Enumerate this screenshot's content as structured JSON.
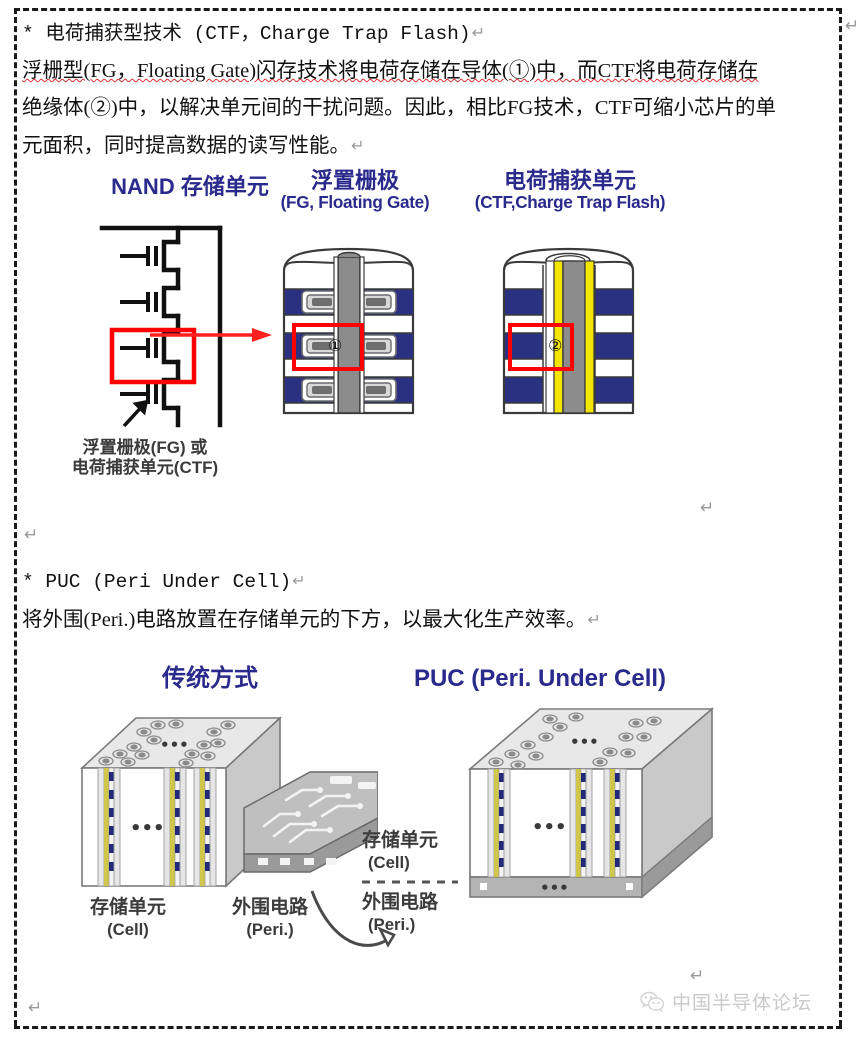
{
  "document": {
    "paragraphs": [
      {
        "id": "p1",
        "kind": "mono",
        "text": "* 电荷捕获型技术 (CTF，Charge Trap Flash)",
        "pilcrow": "↵"
      },
      {
        "id": "p2",
        "kind": "serif",
        "text": "浮栅型(FG，Floating Gate)闪存技术将电荷存储在导体(①)中，而CTF将电荷存储在",
        "pilcrow": ""
      },
      {
        "id": "p3",
        "kind": "serif",
        "text": "绝缘体(②)中，以解决单元间的干扰问题。因此，相比FG技术，CTF可缩小芯片的单",
        "pilcrow": ""
      },
      {
        "id": "p4",
        "kind": "serif",
        "text": "元面积，同时提高数据的读写性能。",
        "pilcrow": "↵"
      },
      {
        "id": "p5",
        "kind": "mono",
        "text": "* PUC (Peri Under Cell)",
        "pilcrow": "↵"
      },
      {
        "id": "p6",
        "kind": "serif",
        "text": "将外围(Peri.)电路放置在存储单元的下方，以最大化生产效率。",
        "pilcrow": "↵"
      }
    ],
    "return_marks": [
      {
        "id": "m1",
        "label": "↵"
      },
      {
        "id": "m2",
        "label": "↵"
      },
      {
        "id": "m3",
        "label": "↵"
      },
      {
        "id": "m4",
        "label": "↵"
      },
      {
        "id": "m5",
        "label": "↵"
      }
    ]
  },
  "figure_ctf": {
    "titles": {
      "nand": "NAND 存储单元",
      "fg_main": "浮置栅极",
      "fg_sub": "(FG, Floating Gate)",
      "ctf_main": "电荷捕获单元",
      "ctf_sub": "(CTF,Charge Trap Flash)"
    },
    "caption": {
      "line1": "浮置栅极(FG) 或",
      "line2": "电荷捕获单元(CTF)"
    },
    "markers": {
      "fg_circle": "①",
      "ctf_circle": "②"
    },
    "colors": {
      "title": "#2a2a8c",
      "highlight": "#ff0000",
      "gate_blue": "#2b3180",
      "charge_yellow": "#f2e500",
      "channel_gray": "#8c8c8c"
    }
  },
  "figure_puc": {
    "titles": {
      "left": "传统方式",
      "right": "PUC (Peri. Under Cell)"
    },
    "captions": {
      "left_cell_main": "存储单元",
      "left_cell_sub": "(Cell)",
      "left_peri_main": "外围电路",
      "left_peri_sub": "(Peri.)",
      "right_cell_main": "存储单元",
      "right_cell_sub": "(Cell)",
      "right_peri_main": "外围电路",
      "right_peri_sub": "(Peri.)"
    },
    "ellipsis": "•••",
    "colors": {
      "title": "#2a2a8c",
      "block_top": "#e8e8e8",
      "block_side": "#c0c0c0",
      "peri_gray": "#9a9a9a",
      "pillar_yellow": "#cfc64a",
      "pillar_navy": "#23297a"
    }
  },
  "footer": {
    "watermark_text": "中国半导体论坛",
    "watermark_icon": "wechat-icon",
    "return_mark": "↵"
  }
}
